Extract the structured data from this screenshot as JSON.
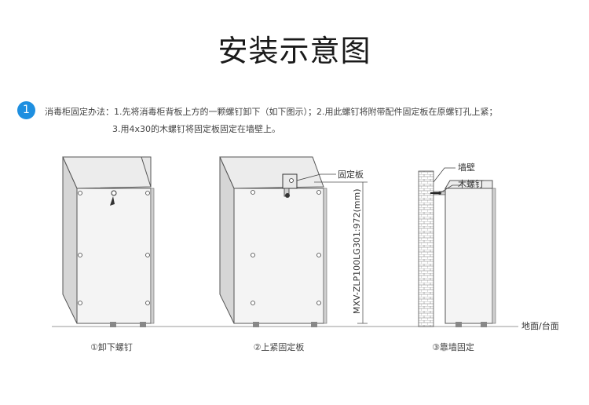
{
  "title": "安装示意图",
  "step": {
    "number": "1",
    "line1": "消毒柜固定办法：1.先将消毒柜背板上方的一颗螺钉卸下（如下图示）；2.用此螺钉将附带配件固定板在原螺钉孔上紧；",
    "line2": "3.用4x30的木螺钉将固定板固定在墙壁上。"
  },
  "diagram": {
    "label_plate": "固定板",
    "label_dimension": "MXV-ZLP100LG301:972(mm)",
    "label_wall": "墙壁",
    "label_wood_screw": "木螺钉",
    "label_floor": "地面/台面",
    "caption_1": "①卸下螺钉",
    "caption_2": "②上紧固定板",
    "caption_3": "③靠墙固定"
  }
}
